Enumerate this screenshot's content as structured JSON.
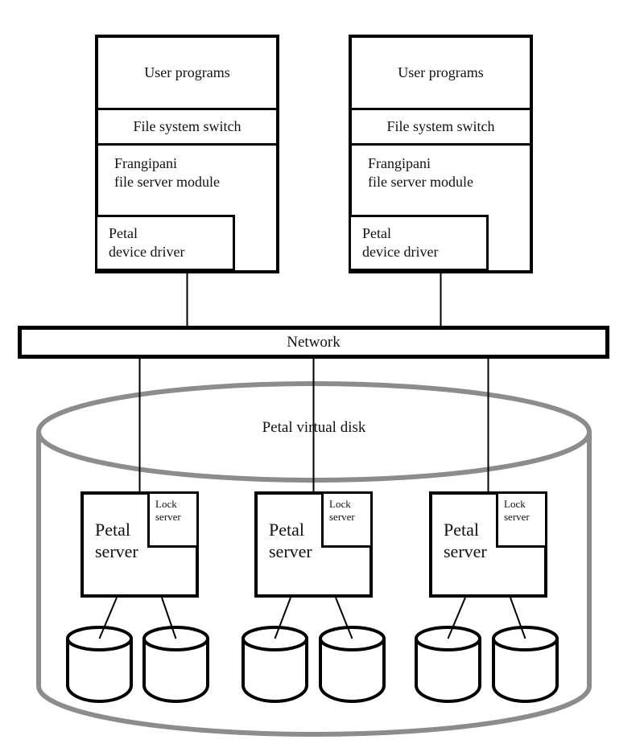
{
  "figure": {
    "background": "#ffffff",
    "colors": {
      "line": "#000000",
      "cylinder": "#8c8c8c",
      "text": "#111111"
    },
    "clients": [
      {
        "user_programs": "User programs",
        "file_system_switch": "File system switch",
        "frangipani": [
          "Frangipani",
          "file server module"
        ],
        "petal_driver": [
          "Petal",
          "device driver"
        ]
      },
      {
        "user_programs": "User programs",
        "file_system_switch": "File system switch",
        "frangipani": [
          "Frangipani",
          "file server module"
        ],
        "petal_driver": [
          "Petal",
          "device driver"
        ]
      }
    ],
    "network": {
      "label": "Network"
    },
    "virtual_disk": {
      "label": "Petal virtual disk"
    },
    "petal_servers": [
      {
        "label": [
          "Petal",
          "server"
        ],
        "lock_server": [
          "Lock",
          "server"
        ]
      },
      {
        "label": [
          "Petal",
          "server"
        ],
        "lock_server": [
          "Lock",
          "server"
        ]
      },
      {
        "label": [
          "Petal",
          "server"
        ],
        "lock_server": [
          "Lock",
          "server"
        ]
      }
    ],
    "disk_count": 6
  }
}
